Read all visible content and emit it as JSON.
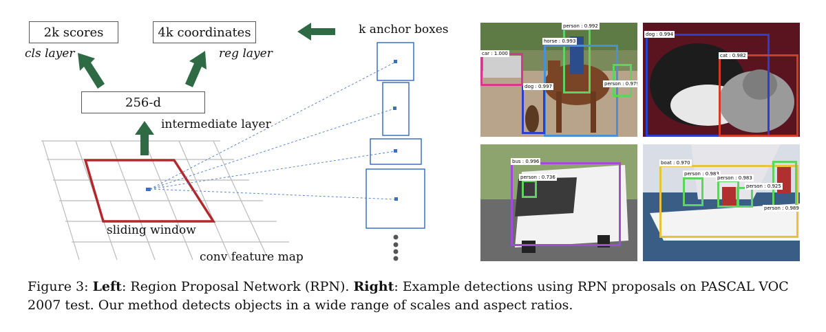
{
  "rpn": {
    "scores_box": "2k scores",
    "coords_box": "4k coordinates",
    "cls_layer": "cls layer",
    "reg_layer": "reg layer",
    "intermediate_box": "256-d",
    "intermediate_label": "intermediate layer",
    "sliding_window": "sliding window",
    "feature_map": "conv feature map",
    "anchor_boxes": "k anchor boxes"
  },
  "detections": {
    "image1": [
      {
        "label": "car : 1.000",
        "color": "#d43a8a"
      },
      {
        "label": "person : 0.992",
        "color": "#5fd35f"
      },
      {
        "label": "horse : 0.993",
        "color": "#4a90d9"
      },
      {
        "label": "dog : 0.997",
        "color": "#2a3fd0"
      },
      {
        "label": "person : 0.979",
        "color": "#5fd35f"
      }
    ],
    "image2": [
      {
        "label": "dog : 0.994",
        "color": "#2a3fd0"
      },
      {
        "label": "cat : 0.982",
        "color": "#d33a2a"
      }
    ],
    "image3": [
      {
        "label": "bus : 0.996",
        "color": "#a24ad9"
      },
      {
        "label": "person : 0.736",
        "color": "#5fd35f"
      }
    ],
    "image4": [
      {
        "label": "boat : 0.970",
        "color": "#e8c23a"
      },
      {
        "label": "person : 0.983",
        "color": "#5fd35f"
      },
      {
        "label": "person : 0.983",
        "color": "#5fd35f"
      },
      {
        "label": "person : 0.925",
        "color": "#5fd35f"
      },
      {
        "label": "person : 0.989",
        "color": "#5fd35f"
      }
    ]
  },
  "caption": {
    "prefix": "Figure 3: ",
    "left_bold": "Left",
    "left_text": ": Region Proposal Network (RPN). ",
    "right_bold": "Right",
    "right_text": ": Example detections using RPN proposals on PASCAL VOC 2007 test. Our method detects objects in a wide range of scales and aspect ratios."
  }
}
